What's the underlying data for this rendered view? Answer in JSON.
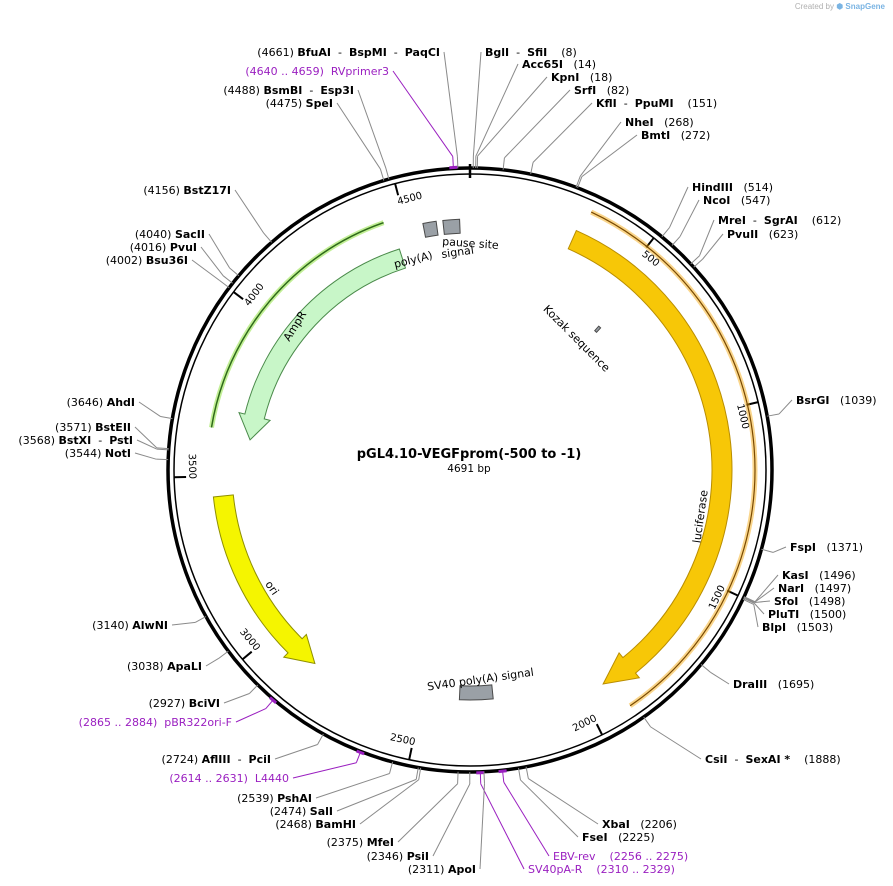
{
  "credit": {
    "prefix": "Created by",
    "brand": "SnapGene"
  },
  "plasmid": {
    "name": "pGL4.10-VEGFprom(-500 to -1)",
    "size_label": "4691 bp"
  },
  "total_bp": 4691,
  "ticks": [
    {
      "pos": 500,
      "label": "500"
    },
    {
      "pos": 1000,
      "label": "1000"
    },
    {
      "pos": 1500,
      "label": "1500"
    },
    {
      "pos": 2000,
      "label": "2000"
    },
    {
      "pos": 2500,
      "label": "2500"
    },
    {
      "pos": 3000,
      "label": "3000"
    },
    {
      "pos": 3500,
      "label": "3500"
    },
    {
      "pos": 4000,
      "label": "4000"
    },
    {
      "pos": 4500,
      "label": "4500"
    }
  ],
  "sites": [
    {
      "pos": 4661,
      "parts": [
        {
          "t": "(4661) ",
          "c": "n"
        },
        {
          "t": "BfuAI",
          "c": "b"
        },
        {
          "t": "  -  ",
          "c": "n"
        },
        {
          "t": "BspMI",
          "c": "b"
        },
        {
          "t": "  -  ",
          "c": "n"
        },
        {
          "t": "PaqCI",
          "c": "b"
        }
      ]
    },
    {
      "pos": 4650,
      "purple": true,
      "parts": [
        {
          "t": "(4640 .. 4659)  RVprimer3",
          "c": "p"
        }
      ]
    },
    {
      "pos": 4488,
      "parts": [
        {
          "t": "(4488) ",
          "c": "n"
        },
        {
          "t": "BsmBI",
          "c": "b"
        },
        {
          "t": "  -  ",
          "c": "n"
        },
        {
          "t": "Esp3I",
          "c": "b"
        }
      ]
    },
    {
      "pos": 4475,
      "parts": [
        {
          "t": "(4475) ",
          "c": "n"
        },
        {
          "t": "SpeI",
          "c": "b"
        }
      ]
    },
    {
      "pos": 8,
      "parts": [
        {
          "t": "BglI",
          "c": "b"
        },
        {
          "t": "  -  ",
          "c": "n"
        },
        {
          "t": "SfiI",
          "c": "b"
        },
        {
          "t": "    (8)",
          "c": "n"
        }
      ]
    },
    {
      "pos": 14,
      "parts": [
        {
          "t": "Acc65I",
          "c": "b"
        },
        {
          "t": "   (14)",
          "c": "n"
        }
      ]
    },
    {
      "pos": 18,
      "parts": [
        {
          "t": "KpnI",
          "c": "b"
        },
        {
          "t": "   (18)",
          "c": "n"
        }
      ]
    },
    {
      "pos": 82,
      "parts": [
        {
          "t": "SrfI",
          "c": "b"
        },
        {
          "t": "   (82)",
          "c": "n"
        }
      ]
    },
    {
      "pos": 151,
      "parts": [
        {
          "t": "KflI",
          "c": "b"
        },
        {
          "t": "  -  ",
          "c": "n"
        },
        {
          "t": "PpuMI",
          "c": "b"
        },
        {
          "t": "    (151)",
          "c": "n"
        }
      ]
    },
    {
      "pos": 268,
      "parts": [
        {
          "t": "NheI",
          "c": "b"
        },
        {
          "t": "   (268)",
          "c": "n"
        }
      ]
    },
    {
      "pos": 272,
      "parts": [
        {
          "t": "BmtI",
          "c": "b"
        },
        {
          "t": "   (272)",
          "c": "n"
        }
      ]
    },
    {
      "pos": 514,
      "parts": [
        {
          "t": "HindIII",
          "c": "b"
        },
        {
          "t": "   (514)",
          "c": "n"
        }
      ]
    },
    {
      "pos": 547,
      "parts": [
        {
          "t": "NcoI",
          "c": "b"
        },
        {
          "t": "   (547)",
          "c": "n"
        }
      ]
    },
    {
      "pos": 612,
      "parts": [
        {
          "t": "MreI",
          "c": "b"
        },
        {
          "t": "  -  ",
          "c": "n"
        },
        {
          "t": "SgrAI",
          "c": "b"
        },
        {
          "t": "    (612)",
          "c": "n"
        }
      ]
    },
    {
      "pos": 623,
      "parts": [
        {
          "t": "PvuII",
          "c": "b"
        },
        {
          "t": "   (623)",
          "c": "n"
        }
      ]
    },
    {
      "pos": 1039,
      "parts": [
        {
          "t": "BsrGI",
          "c": "b"
        },
        {
          "t": "   (1039)",
          "c": "n"
        }
      ]
    },
    {
      "pos": 1371,
      "parts": [
        {
          "t": "FspI",
          "c": "b"
        },
        {
          "t": "   (1371)",
          "c": "n"
        }
      ]
    },
    {
      "pos": 1496,
      "parts": [
        {
          "t": "KasI",
          "c": "b"
        },
        {
          "t": "   (1496)",
          "c": "n"
        }
      ]
    },
    {
      "pos": 1497,
      "parts": [
        {
          "t": "NarI",
          "c": "b"
        },
        {
          "t": "   (1497)",
          "c": "n"
        }
      ]
    },
    {
      "pos": 1498,
      "parts": [
        {
          "t": "SfoI",
          "c": "b"
        },
        {
          "t": "   (1498)",
          "c": "n"
        }
      ]
    },
    {
      "pos": 1500,
      "parts": [
        {
          "t": "PluTI",
          "c": "b"
        },
        {
          "t": "   (1500)",
          "c": "n"
        }
      ]
    },
    {
      "pos": 1503,
      "parts": [
        {
          "t": "BlpI",
          "c": "b"
        },
        {
          "t": "   (1503)",
          "c": "n"
        }
      ]
    },
    {
      "pos": 1695,
      "parts": [
        {
          "t": "DraIII",
          "c": "b"
        },
        {
          "t": "   (1695)",
          "c": "n"
        }
      ]
    },
    {
      "pos": 1888,
      "parts": [
        {
          "t": "CsiI",
          "c": "b"
        },
        {
          "t": "  -  ",
          "c": "n"
        },
        {
          "t": "SexAI *",
          "c": "b"
        },
        {
          "t": "    (1888)",
          "c": "n"
        }
      ]
    },
    {
      "pos": 2206,
      "parts": [
        {
          "t": "XbaI",
          "c": "b"
        },
        {
          "t": "   (2206)",
          "c": "n"
        }
      ]
    },
    {
      "pos": 2225,
      "parts": [
        {
          "t": "FseI",
          "c": "b"
        },
        {
          "t": "   (2225)",
          "c": "n"
        }
      ]
    },
    {
      "pos": 2265,
      "purple": true,
      "parts": [
        {
          "t": "EBV-rev    (2256 .. 2275)",
          "c": "p"
        }
      ]
    },
    {
      "pos": 2320,
      "purple": true,
      "parts": [
        {
          "t": "SV40pA-R    (2310 .. 2329)",
          "c": "p"
        }
      ]
    },
    {
      "pos": 2311,
      "parts": [
        {
          "t": "(2311) ",
          "c": "n"
        },
        {
          "t": "ApoI",
          "c": "b"
        }
      ]
    },
    {
      "pos": 2346,
      "parts": [
        {
          "t": "(2346) ",
          "c": "n"
        },
        {
          "t": "PsiI",
          "c": "b"
        }
      ]
    },
    {
      "pos": 2375,
      "parts": [
        {
          "t": "(2375) ",
          "c": "n"
        },
        {
          "t": "MfeI",
          "c": "b"
        }
      ]
    },
    {
      "pos": 2468,
      "parts": [
        {
          "t": "(2468) ",
          "c": "n"
        },
        {
          "t": "BamHI",
          "c": "b"
        }
      ]
    },
    {
      "pos": 2474,
      "parts": [
        {
          "t": "(2474) ",
          "c": "n"
        },
        {
          "t": "SalI",
          "c": "b"
        }
      ]
    },
    {
      "pos": 2539,
      "parts": [
        {
          "t": "(2539) ",
          "c": "n"
        },
        {
          "t": "PshAI",
          "c": "b"
        }
      ]
    },
    {
      "pos": 2622,
      "purple": true,
      "parts": [
        {
          "t": "(2614 .. 2631)  L4440",
          "c": "p"
        }
      ]
    },
    {
      "pos": 2724,
      "parts": [
        {
          "t": "(2724) ",
          "c": "n"
        },
        {
          "t": "AflIII",
          "c": "b"
        },
        {
          "t": "  -  ",
          "c": "n"
        },
        {
          "t": "PciI",
          "c": "b"
        }
      ]
    },
    {
      "pos": 2874,
      "purple": true,
      "parts": [
        {
          "t": "(2865 .. 2884)  pBR322ori-F",
          "c": "p"
        }
      ]
    },
    {
      "pos": 2927,
      "parts": [
        {
          "t": "(2927) ",
          "c": "n"
        },
        {
          "t": "BciVI",
          "c": "b"
        }
      ]
    },
    {
      "pos": 3038,
      "parts": [
        {
          "t": "(3038) ",
          "c": "n"
        },
        {
          "t": "ApaLI",
          "c": "b"
        }
      ]
    },
    {
      "pos": 3140,
      "parts": [
        {
          "t": "(3140) ",
          "c": "n"
        },
        {
          "t": "AlwNI",
          "c": "b"
        }
      ]
    },
    {
      "pos": 3544,
      "parts": [
        {
          "t": "(3544) ",
          "c": "n"
        },
        {
          "t": "NotI",
          "c": "b"
        }
      ]
    },
    {
      "pos": 3568,
      "parts": [
        {
          "t": "(3568) ",
          "c": "n"
        },
        {
          "t": "BstXI",
          "c": "b"
        },
        {
          "t": "  -  ",
          "c": "n"
        },
        {
          "t": "PstI",
          "c": "b"
        }
      ]
    },
    {
      "pos": 3571,
      "parts": [
        {
          "t": "(3571) ",
          "c": "n"
        },
        {
          "t": "BstEII",
          "c": "b"
        }
      ]
    },
    {
      "pos": 3646,
      "parts": [
        {
          "t": "(3646) ",
          "c": "n"
        },
        {
          "t": "AhdI",
          "c": "b"
        }
      ]
    },
    {
      "pos": 4002,
      "parts": [
        {
          "t": "(4002) ",
          "c": "n"
        },
        {
          "t": "Bsu36I",
          "c": "b"
        }
      ]
    },
    {
      "pos": 4016,
      "parts": [
        {
          "t": "(4016) ",
          "c": "n"
        },
        {
          "t": "PvuI",
          "c": "b"
        }
      ]
    },
    {
      "pos": 4040,
      "parts": [
        {
          "t": "(4040) ",
          "c": "n"
        },
        {
          "t": "SacII",
          "c": "b"
        }
      ]
    },
    {
      "pos": 4156,
      "parts": [
        {
          "t": "(4156) ",
          "c": "n"
        },
        {
          "t": "BstZ17I",
          "c": "b"
        }
      ]
    }
  ],
  "features": [
    {
      "name": "luciferase",
      "kind": "arrow",
      "start": 312,
      "end": 1930,
      "dir": 1,
      "fill": "#f7c707",
      "stroke": "#b98d00",
      "highlight": false
    },
    {
      "name": "ori",
      "kind": "arrow",
      "start": 3440,
      "end": 2850,
      "dir": -1,
      "fill": "#f5f500",
      "stroke": "#8f8f00",
      "highlight": false
    },
    {
      "name": "AmpR",
      "kind": "arrow",
      "start": 4460,
      "end": 3620,
      "dir": -1,
      "fill": "#c8f6c8",
      "stroke": "#4a8a4a",
      "highlight": false
    },
    {
      "name": "SV40 poly(A) signal",
      "kind": "box",
      "start": 2270,
      "end": 2380,
      "fill": "#9aa0a6",
      "stroke": "#4a4a4a"
    },
    {
      "name": "pause site",
      "kind": "box",
      "start": 4610,
      "end": 4660,
      "fill": "#9aa0a6",
      "stroke": "#4a4a4a"
    },
    {
      "name": "poly(A) signal",
      "kind": "box",
      "start": 4550,
      "end": 4590,
      "fill": "#9aa0a6",
      "stroke": "#4a4a4a"
    },
    {
      "name": "Kozak sequence",
      "kind": "box",
      "start": 545,
      "end": 555,
      "fill": "#9aa0a6",
      "stroke": "#4a4a4a"
    }
  ],
  "feature_labels": {
    "luciferase": "luciferase",
    "ori": "ori",
    "ampr": "AmpR",
    "sv40": "SV40 poly(A) signal",
    "pause": "pause site",
    "polya": "poly(A)",
    "polya_signal": "signal",
    "kozak": "Kozak sequence"
  },
  "colors": {
    "backbone": "#000000",
    "primer": "#9a1fc0",
    "luciferase": "#f7c707",
    "ori": "#f5f500",
    "ampr": "#c8f6c8",
    "site_line": "#8a8a8a"
  }
}
